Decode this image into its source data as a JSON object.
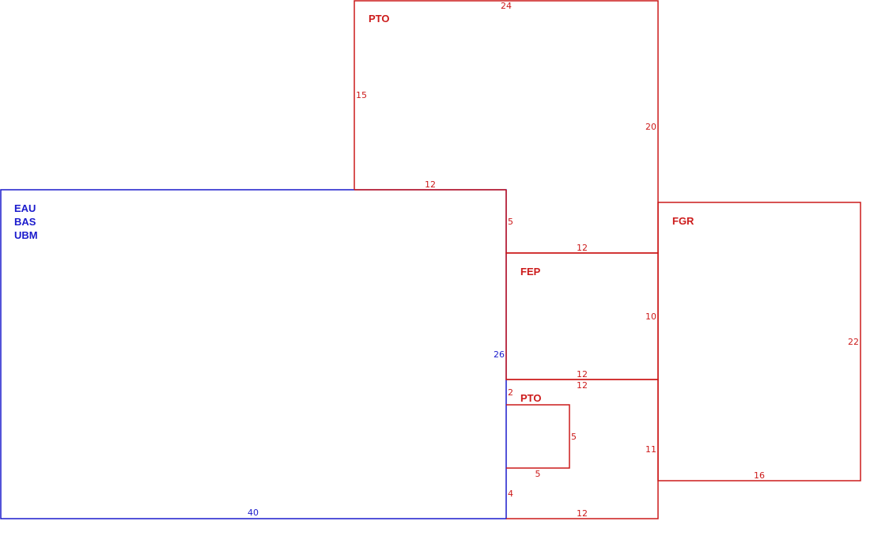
{
  "colors": {
    "blue": "#1a1acc",
    "red": "#cc1a1a"
  },
  "blue_area": {
    "labels": [
      "EAU",
      "BAS",
      "UBM"
    ],
    "dims": {
      "bottom": "40",
      "right": "26"
    }
  },
  "pto_top": {
    "label": "PTO",
    "dims": {
      "top": "24",
      "left": "15",
      "right": "20",
      "bottom_left": "12",
      "notch": "5",
      "bottom_right": "12"
    }
  },
  "fep": {
    "label": "FEP",
    "dims": {
      "right": "10",
      "bottom": "12"
    }
  },
  "fgr": {
    "label": "FGR",
    "dims": {
      "right": "22",
      "bottom": "16"
    }
  },
  "pto_bottom": {
    "label": "PTO",
    "dims": {
      "top": "12",
      "left_top": "2",
      "right": "11",
      "left_bottom": "4",
      "bottom": "12"
    }
  },
  "pto_small": {
    "dims": {
      "right": "5",
      "bottom": "5"
    }
  }
}
